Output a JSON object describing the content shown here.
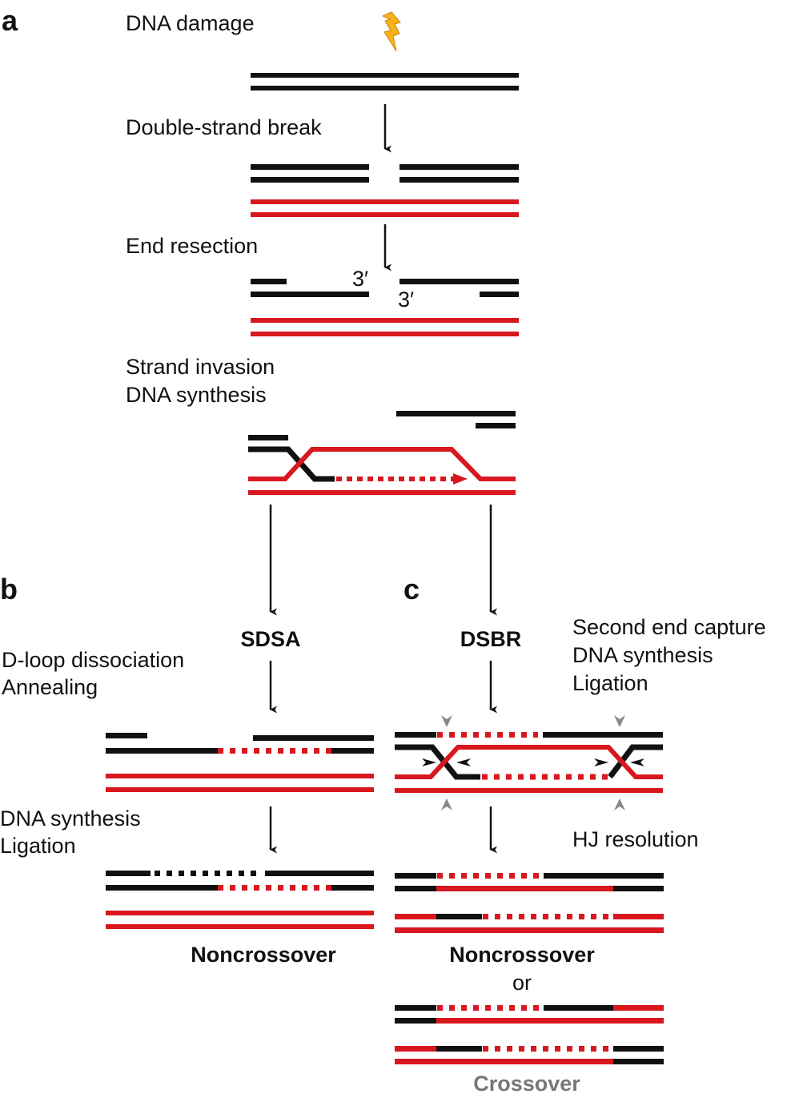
{
  "panels": {
    "a": "a",
    "b": "b",
    "c": "c"
  },
  "steps": {
    "dna_damage": "DNA damage",
    "double_strand_break": "Double-strand break",
    "end_resection": "End resection",
    "strand_invasion": "Strand invasion",
    "dna_synthesis_a": "DNA synthesis",
    "three_prime_top": "3′",
    "three_prime_bottom": "3′"
  },
  "pathways": {
    "sdsa": "SDSA",
    "dsbr": "DSBR"
  },
  "sdsa_steps": {
    "dloop": "D-loop dissociation",
    "annealing": "Annealing",
    "synthesis": "DNA synthesis",
    "ligation": "Ligation",
    "outcome": "Noncrossover"
  },
  "dsbr_steps": {
    "second_end": "Second end capture",
    "synthesis": "DNA synthesis",
    "ligation": "Ligation",
    "hj": "HJ resolution",
    "outcome_nc": "Noncrossover",
    "or": "or",
    "outcome_co": "Crossover"
  },
  "colors": {
    "black_strand": "#111111",
    "red_strand": "#d8171e",
    "lightning": "#f5b21a",
    "cut_arrow": "#888888"
  }
}
